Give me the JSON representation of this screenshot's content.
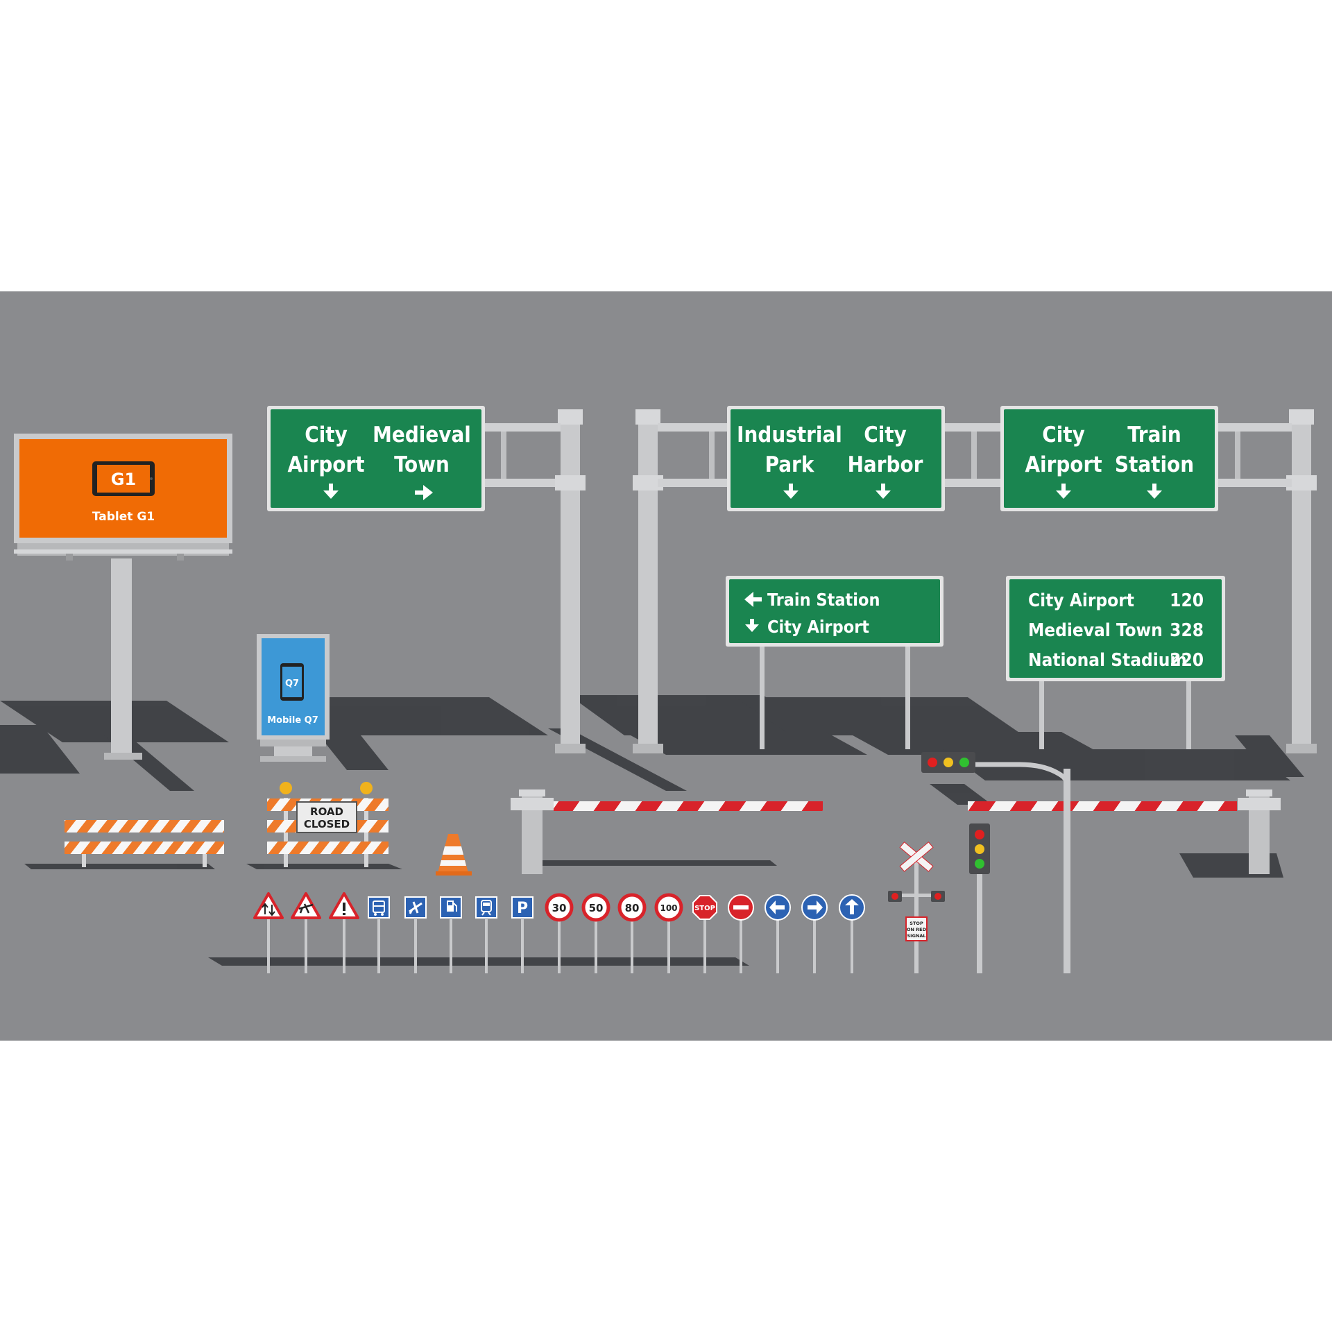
{
  "colors": {
    "ground": "#8a8b8e",
    "shadow": "#3a3c40",
    "sign_green": "#1a8550",
    "billboard_orange": "#f06b05",
    "kiosk_blue": "#3d98d6",
    "pole": "#c9cacc",
    "barrier_red": "#d8232a",
    "barrier_orange": "#ee7a2a"
  },
  "billboard": {
    "device": "G1",
    "caption": "Tablet G1"
  },
  "kiosk": {
    "device": "Q7",
    "caption": "Mobile Q7"
  },
  "gantry_signs": [
    {
      "left_line1": "City",
      "left_line2": "Airport",
      "left_arrow": "down",
      "right_line1": "Medieval",
      "right_line2": "Town",
      "right_arrow": "right"
    },
    {
      "left_line1": "Industrial",
      "left_line2": "Park",
      "left_arrow": "down",
      "right_line1": "City",
      "right_line2": "Harbor",
      "right_arrow": "down"
    },
    {
      "left_line1": "City",
      "left_line2": "Airport",
      "left_arrow": "down",
      "right_line1": "Train",
      "right_line2": "Station",
      "right_arrow": "down"
    }
  ],
  "direction_sign": [
    {
      "arrow": "left",
      "label": "Train Station"
    },
    {
      "arrow": "down",
      "label": "City Airport"
    }
  ],
  "distance_sign": [
    {
      "place": "City Airport",
      "km": "120"
    },
    {
      "place": "Medieval Town",
      "km": "328"
    },
    {
      "place": "National Stadium",
      "km": "220"
    }
  ],
  "road_closed": {
    "line1": "ROAD",
    "line2": "CLOSED"
  },
  "crossing_sign": {
    "line1": "STOP",
    "line2": "ON RED",
    "line3": "SIGNAL"
  },
  "small_signs": [
    {
      "kind": "warning-two-way-icon"
    },
    {
      "kind": "warning-airplane-icon"
    },
    {
      "kind": "warning-exclamation-icon"
    },
    {
      "kind": "bus-icon"
    },
    {
      "kind": "airport-icon"
    },
    {
      "kind": "fuel-icon"
    },
    {
      "kind": "train-icon"
    },
    {
      "kind": "parking-icon",
      "text": "P"
    },
    {
      "kind": "speed-limit-icon",
      "text": "30"
    },
    {
      "kind": "speed-limit-icon",
      "text": "50"
    },
    {
      "kind": "speed-limit-icon",
      "text": "80"
    },
    {
      "kind": "speed-limit-icon",
      "text": "100"
    },
    {
      "kind": "stop-icon",
      "text": "STOP"
    },
    {
      "kind": "no-entry-icon"
    },
    {
      "kind": "arrow-left-icon"
    },
    {
      "kind": "arrow-right-icon"
    },
    {
      "kind": "arrow-up-icon"
    }
  ]
}
